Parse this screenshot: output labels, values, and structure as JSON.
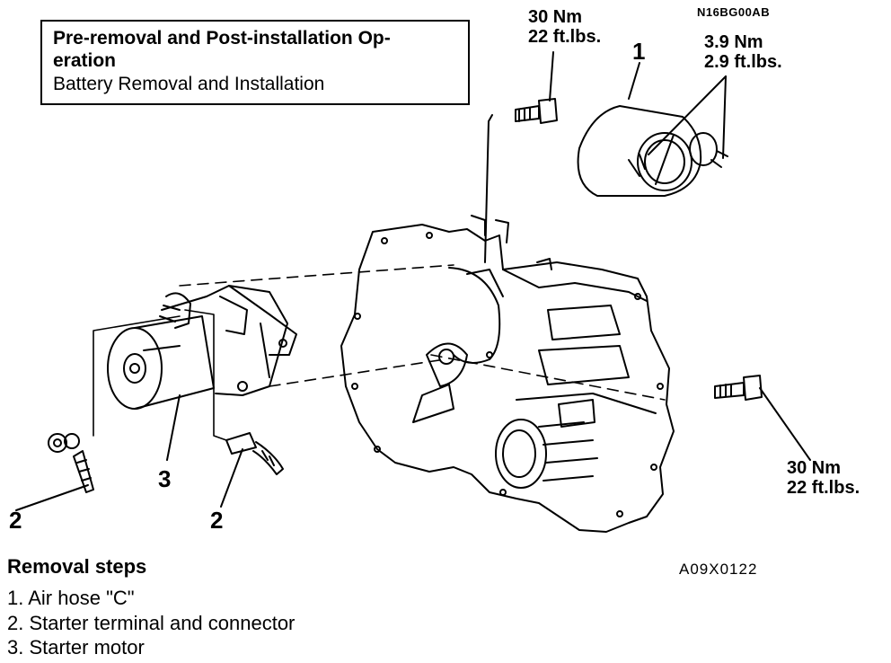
{
  "note": {
    "line1": "Pre-removal and Post-installation Op-",
    "line2": "eration",
    "line3": "Battery Removal and Installation"
  },
  "torque_top": {
    "nm": "30 Nm",
    "ftlbs": "22 ft.lbs."
  },
  "torque_hose": {
    "nm": "3.9 Nm",
    "ftlbs": "2.9 ft.lbs."
  },
  "torque_right": {
    "nm": "30 Nm",
    "ftlbs": "22 ft.lbs."
  },
  "figure_code_top": "N16BG00AB",
  "figure_code": "A09X0122",
  "callouts": {
    "hose": "1",
    "terminal_left": "2",
    "terminal_right": "2",
    "starter": "3"
  },
  "steps": {
    "title": "Removal steps",
    "items": [
      "1. Air hose \"C\"",
      "2. Starter terminal and connector",
      "3. Starter motor"
    ]
  }
}
